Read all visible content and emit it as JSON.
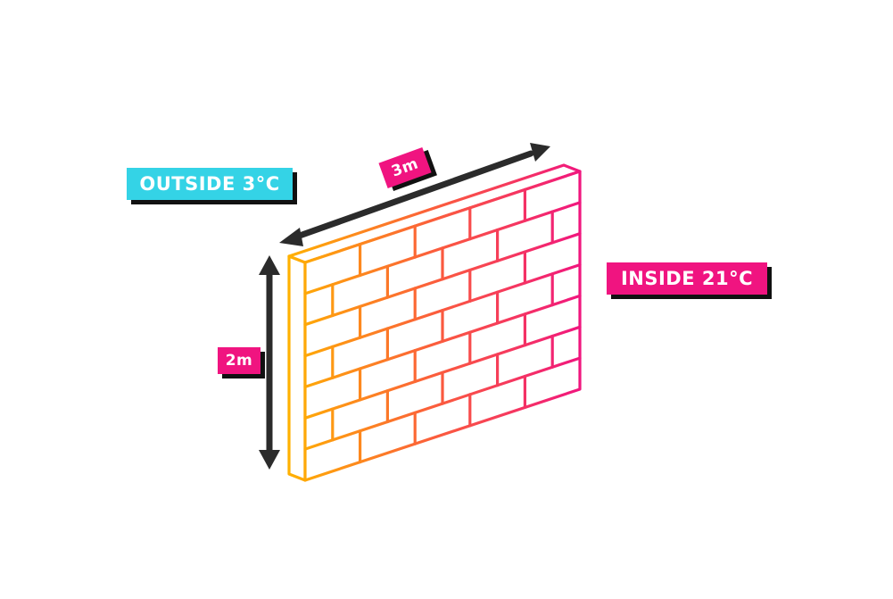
{
  "labels": {
    "outside": "OUTSIDE 3°C",
    "inside": "INSIDE 21°C",
    "width": "3m",
    "height": "2m"
  },
  "colors": {
    "outside_tag": "#34d3e6",
    "inside_tag": "#f01480",
    "dimension_tag": "#f01480",
    "wall_gradient_start": "#ffb300",
    "wall_gradient_end": "#f01480",
    "arrow": "#2b2b2b",
    "shadow": "#111111"
  },
  "icons": {
    "wall": "brick-wall-icon",
    "width_arrow": "double-arrow-icon",
    "height_arrow": "double-arrow-icon"
  }
}
